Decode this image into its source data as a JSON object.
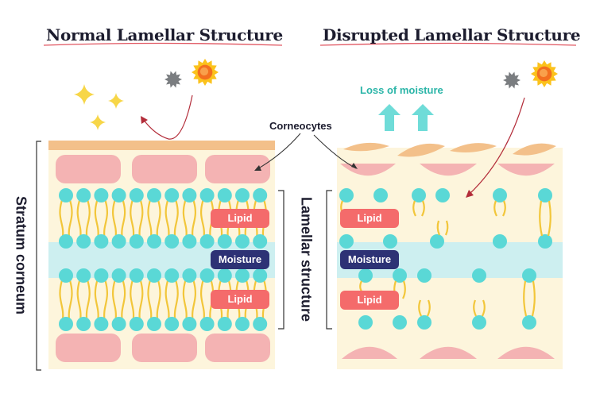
{
  "titles": {
    "left": "Normal Lamellar Structure",
    "right": "Disrupted Lamellar Structure"
  },
  "labels": {
    "corneocytes": "Corneocytes",
    "loss_of_moisture": "Loss of moisture",
    "stratum_corneum": "Stratum corneum",
    "lamellar_structure": "Lamellar structure"
  },
  "left_panel": {
    "lipid_top": "Lipid",
    "moisture": "Moisture",
    "lipid_bottom": "Lipid"
  },
  "right_panel": {
    "lipid_top": "Lipid",
    "moisture": "Moisture",
    "lipid_bottom": "Lipid"
  },
  "colors": {
    "skin_background": "#fdf5dc",
    "corneocyte": "#f4b3b3",
    "lipid_head": "#5ad8d6",
    "lipid_tail": "#f2c63a",
    "moisture_band": "#cdeff0",
    "surface_layer": "#f3c08a",
    "lipid_label": "#f46b6b",
    "moisture_label": "#2d3275",
    "arrow_moisture": "#6fdcd8",
    "moisture_text": "#2bb5a8",
    "sun": "#f7a21b",
    "sparkle": "#f7d648",
    "uv_arrow": "#b32d3a"
  },
  "icons": [
    "sun-icon",
    "pollution-icon",
    "sparkle-icon",
    "moisture-arrow-icon"
  ]
}
